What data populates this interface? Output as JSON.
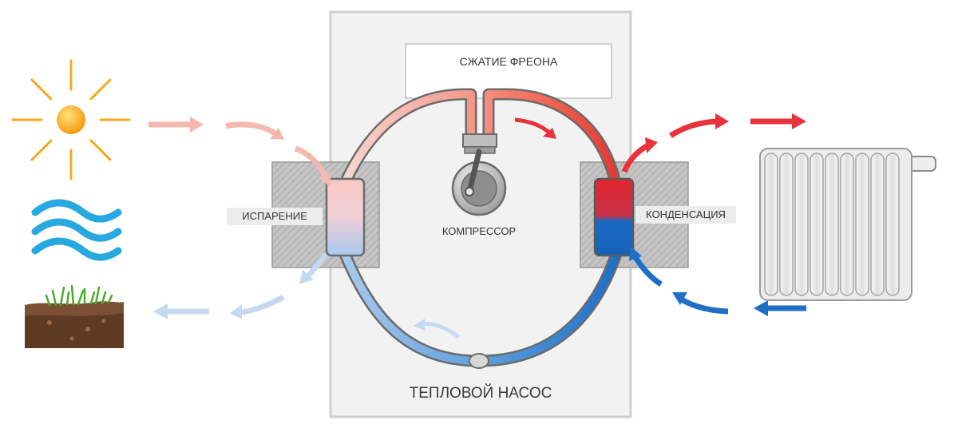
{
  "labels": {
    "compression": "СЖАТИЕ ФРЕОНА",
    "compressor": "КОМПРЕССОР",
    "evaporation": "ИСПАРЕНИЕ",
    "condensation": "КОНДЕНСАЦИЯ",
    "heat_pump": "ТЕПЛОВОЙ НАСОС"
  },
  "sources": [
    "sun-icon",
    "water-icon",
    "ground-icon"
  ],
  "consumer": "radiator-icon",
  "colors": {
    "hot": "#e8323c",
    "hot_light": "#f6a79f",
    "cold": "#1f6fc4",
    "cold_light": "#a9c9ec",
    "sun": "#f7a81b",
    "water": "#27a8e0",
    "grass": "#4caa2d",
    "soil": "#7a4f33",
    "housing": "#f2f2f2",
    "exchanger": "#b8b8b8"
  }
}
